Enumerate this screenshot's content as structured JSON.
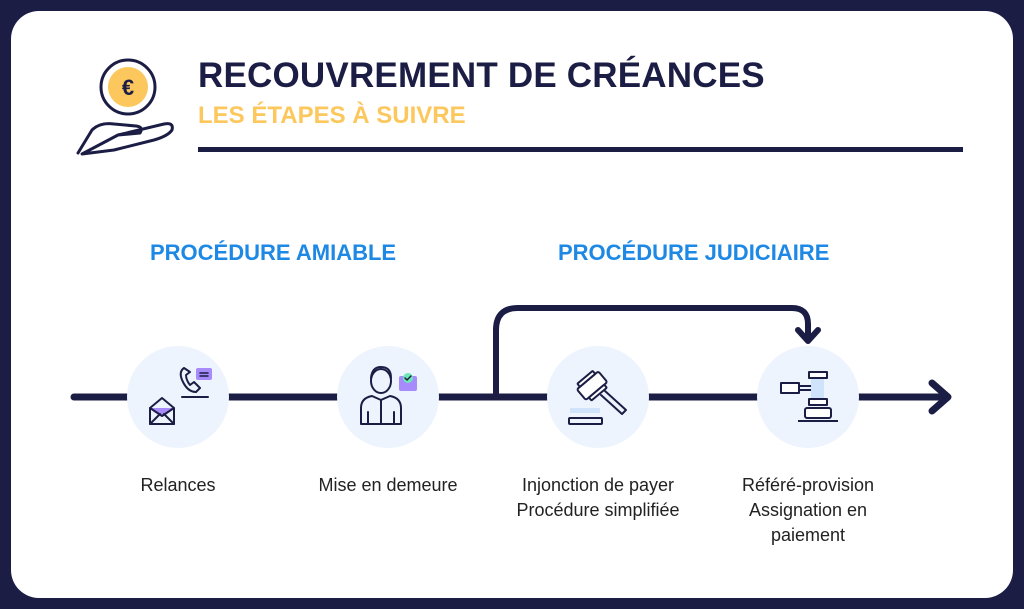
{
  "header": {
    "title": "RECOUVREMENT DE CRÉANCES",
    "subtitle": "LES ÉTAPES À SUIVRE",
    "logo_icon": "euro-coin-hand-icon",
    "logo_symbol": "€"
  },
  "sections": [
    {
      "label": "PROCÉDURE AMIABLE"
    },
    {
      "label": "PROCÉDURE JUDICIAIRE"
    }
  ],
  "steps": [
    {
      "icon": "phone-envelope-icon",
      "lines": [
        "Relances"
      ]
    },
    {
      "icon": "person-letter-icon",
      "lines": [
        "Mise en demeure"
      ]
    },
    {
      "icon": "gavel-icon",
      "lines": [
        "Injonction de payer",
        "Procédure simplifiée"
      ]
    },
    {
      "icon": "court-gavel-stand-icon",
      "lines": [
        "Référé-provision",
        "Assignation en",
        "paiement"
      ]
    }
  ],
  "colors": {
    "navy": "#1c1d45",
    "yellow": "#fcc75c",
    "blue": "#1e88e5",
    "circle_bg": "#eef4fd",
    "purple": "#a78bfa",
    "light_blue": "#cfe3fb"
  }
}
